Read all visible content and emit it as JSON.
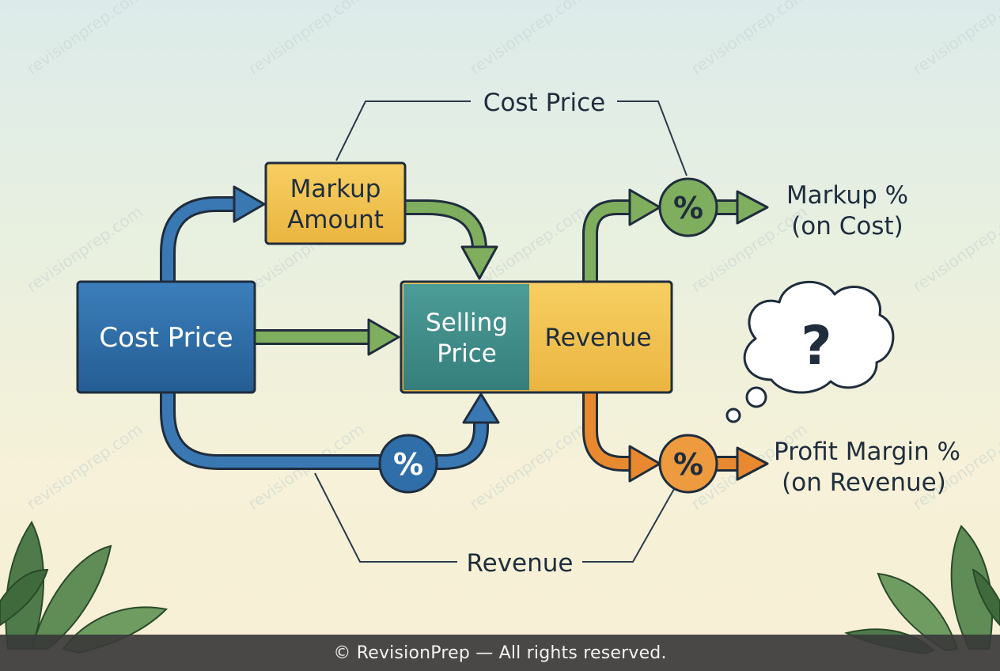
{
  "watermark_text": "revisionprep.com",
  "colors": {
    "cost_blue": "#2f6ea8",
    "markup_yellow": "#f2c14e",
    "selling_teal": "#3f8f8c",
    "revenue_yellow": "#f2b53d",
    "green_arrow": "#7fae5e",
    "orange_arrow": "#e8892f",
    "outline": "#1f2d3d"
  },
  "nodes": {
    "cost_price": "Cost Price",
    "markup_amount": [
      "Markup",
      "Amount"
    ],
    "selling_price": [
      "Selling",
      "Price"
    ],
    "revenue": "Revenue"
  },
  "operators": {
    "bottom": "%",
    "markup": "%",
    "profit": "%"
  },
  "results": {
    "markup_pct": [
      "Markup %",
      "(on Cost)"
    ],
    "profit_margin_pct": [
      "Profit Margin %",
      "(on Revenue)"
    ]
  },
  "bracket_labels": {
    "top": "Cost Price",
    "bottom": "Revenue"
  },
  "thought_bubble": "?",
  "footer": "© RevisionPrep — All rights reserved."
}
